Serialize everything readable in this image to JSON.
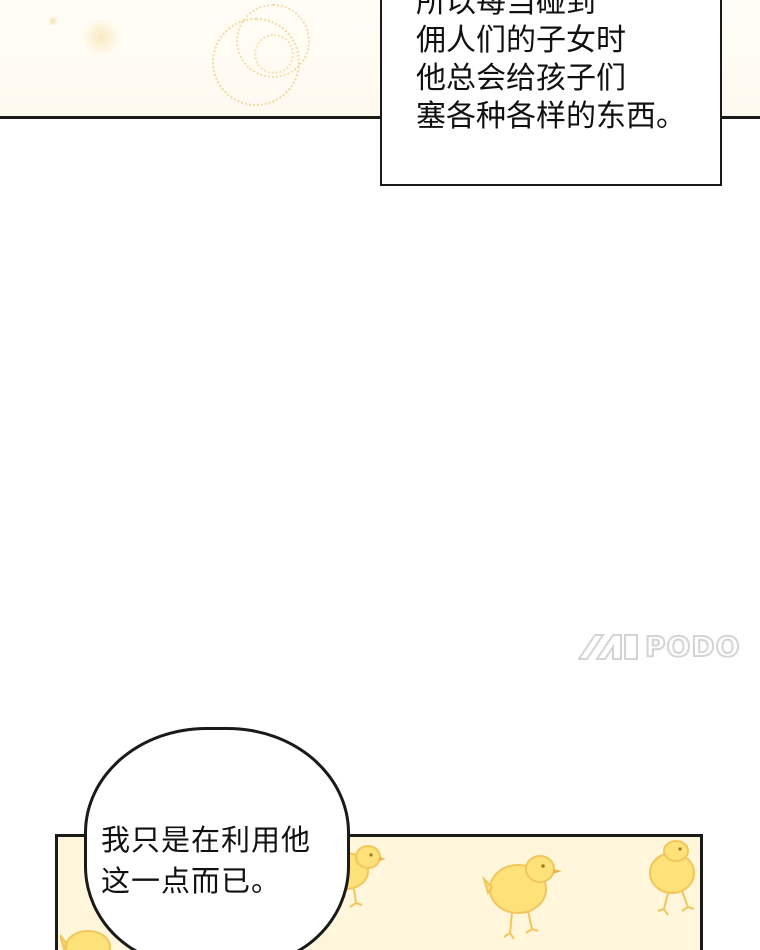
{
  "narration": {
    "lines": [
      "所以每当碰到",
      "佣人们的子女时",
      "他总会给孩子们",
      "塞各种各样的东西。"
    ]
  },
  "speech_bubble": {
    "lines": [
      "我只是在利用他",
      "这一点而已。"
    ]
  },
  "watermark": {
    "text": "PODO"
  },
  "colors": {
    "ink": "#1a1a1a",
    "panel_cream": "#fff6dc",
    "chick_yellow": "#fde27a",
    "chick_outline": "#f2c65a",
    "watermark_gray": "#d4d4d4"
  }
}
